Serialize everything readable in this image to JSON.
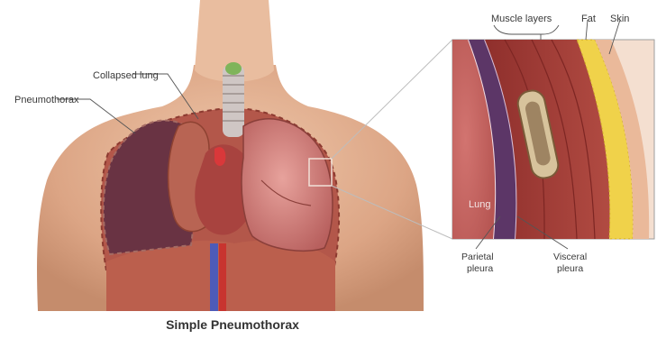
{
  "labels": {
    "collapsed_lung": "Collapsed lung",
    "pneumothorax": "Pneumothorax",
    "muscle_layers": "Muscle layers",
    "fat": "Fat",
    "skin": "Skin",
    "lung": "Lung",
    "parietal_pleura_1": "Parietal",
    "parietal_pleura_2": "pleura",
    "visceral_pleura_1": "Visceral",
    "visceral_pleura_2": "pleura"
  },
  "caption": "Simple Pneumothorax",
  "colors": {
    "skin": "#e3b495",
    "skin_shadow": "#c98e6e",
    "collapsed_lung": "#5a2b3a",
    "lung": "#d98a86",
    "muscle": "#a2403a",
    "fat": "#f0d24a",
    "pleura": "#4a2f5c"
  }
}
